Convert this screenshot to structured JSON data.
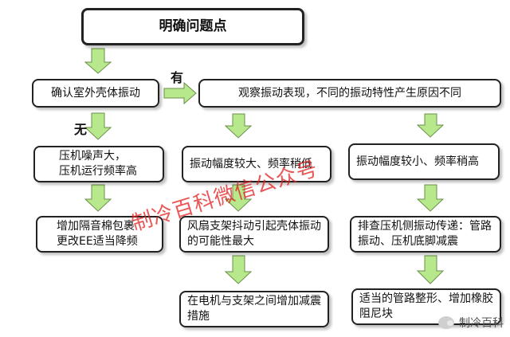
{
  "nodes": {
    "title": "明确问题点",
    "confirm": "确认室外壳体振动",
    "observe": "观察振动表现，不同的振动特性产生原因不同",
    "no_branch_line1": "压机噪声大，",
    "no_branch_line2": "压机运行频率高",
    "mid_branch": "振动幅度较大、频率稍低",
    "right_branch": "振动幅度较小、频率稍高",
    "no_action_line1": "增加隔音棉包裹",
    "no_action_line2": "更改EE适当降频",
    "mid_cause": "风扇支架抖动引起壳体振动的可能性最大",
    "right_check": "排查压机侧振动传递：管路振动、压机底脚减震",
    "mid_action": "在电机与支架之间增加减震措施",
    "right_action": "适当的管路整形、增加橡胶阻尼块"
  },
  "edge_labels": {
    "yes": "有",
    "no": "无"
  },
  "watermark": "制冷百科微信公众号",
  "badge": "制冷百科",
  "colors": {
    "arrow_fill": "#b8e88c",
    "arrow_stroke": "#6a8f4a",
    "watermark": "#e11e1e"
  }
}
